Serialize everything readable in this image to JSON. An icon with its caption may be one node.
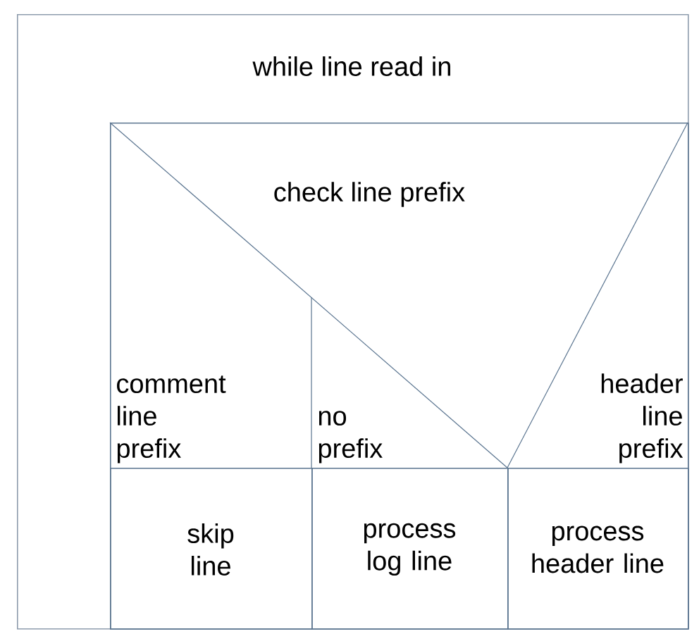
{
  "diagram": {
    "nodes": [
      {
        "text": [
          "while line read in"
        ]
      },
      {
        "text": [
          "check line prefix"
        ],
        "in": 0
      },
      {
        "text": [
          "comment line prefix"
        ],
        "in": 1
      },
      {
        "text": [
          "no prefix"
        ],
        "in": 1
      },
      {
        "text": [
          "header line prefix"
        ],
        "in": 1
      },
      {
        "text": [
          "skip line"
        ],
        "in": 1
      },
      {
        "text": [
          "process log line"
        ],
        "in": 1
      },
      {
        "text": [
          "process header line"
        ],
        "in": 1
      }
    ]
  }
}
